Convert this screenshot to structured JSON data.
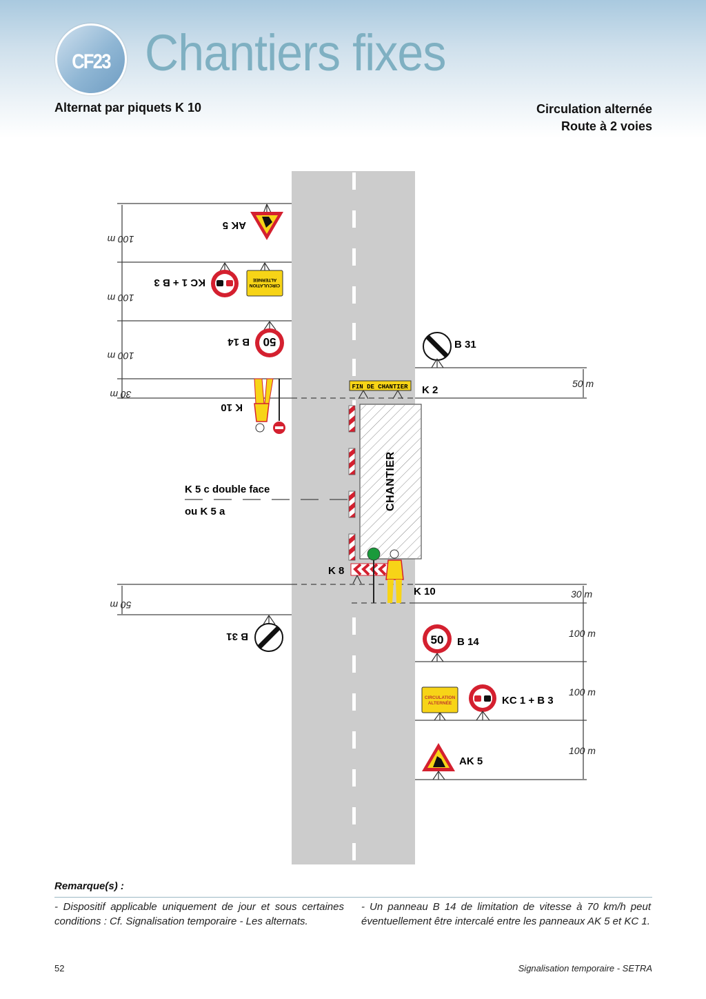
{
  "header": {
    "badge": "CF23",
    "title": "Chantiers fixes",
    "subtitle_left": "Alternat par piquets K 10",
    "subtitle_right_line1": "Circulation alternée",
    "subtitle_right_line2": "Route à 2 voies"
  },
  "diagram": {
    "colors": {
      "road": "#cccccc",
      "sign_red": "#d4202f",
      "sign_yellow": "#f7d417",
      "work_zone_hatch": "#999999",
      "green": "#1a9a3b"
    },
    "left_side": {
      "ak5_label": "AK 5",
      "kc1_b3_label": "KC 1 + B 3",
      "circulation_sign_line1": "CIRCULATION",
      "circulation_sign_line2": "ALTERNEE",
      "b14_label": "B 14",
      "b14_value": "50",
      "k10_label": "K 10",
      "b31_label": "B 31",
      "dist_1": "100 m",
      "dist_2": "100 m",
      "dist_3": "100 m",
      "dist_4": "30 m",
      "dist_5": "50 m"
    },
    "middle": {
      "k5_label_line1": "K 5 c double face",
      "k5_label_line2": "ou K 5 a",
      "chantier_label": "CHANTIER",
      "fin_chantier_sign": "FIN DE CHANTIER",
      "k2_label": "K 2",
      "k8_label": "K 8"
    },
    "right_side": {
      "b31_label": "B 31",
      "k10_label": "K 10",
      "b14_label": "B 14",
      "b14_value": "50",
      "kc1_b3_label": "KC 1 + B 3",
      "circulation_sign_line1": "CIRCULATION",
      "circulation_sign_line2": "ALTERNÉE",
      "ak5_label": "AK 5",
      "dist_1": "50 m",
      "dist_2": "30 m",
      "dist_3": "100 m",
      "dist_4": "100 m",
      "dist_5": "100 m"
    }
  },
  "remarks": {
    "title": "Remarque(s) :",
    "left": "- Dispositif applicable uniquement de jour et sous certaines conditions : Cf. Signalisation temporaire - Les alternats.",
    "right": "- Un panneau B 14 de limitation de vitesse à 70 km/h peut éventuellement être intercalé entre les panneaux AK 5 et KC 1."
  },
  "footer": {
    "page_number": "52",
    "source": "Signalisation temporaire - SETRA"
  }
}
